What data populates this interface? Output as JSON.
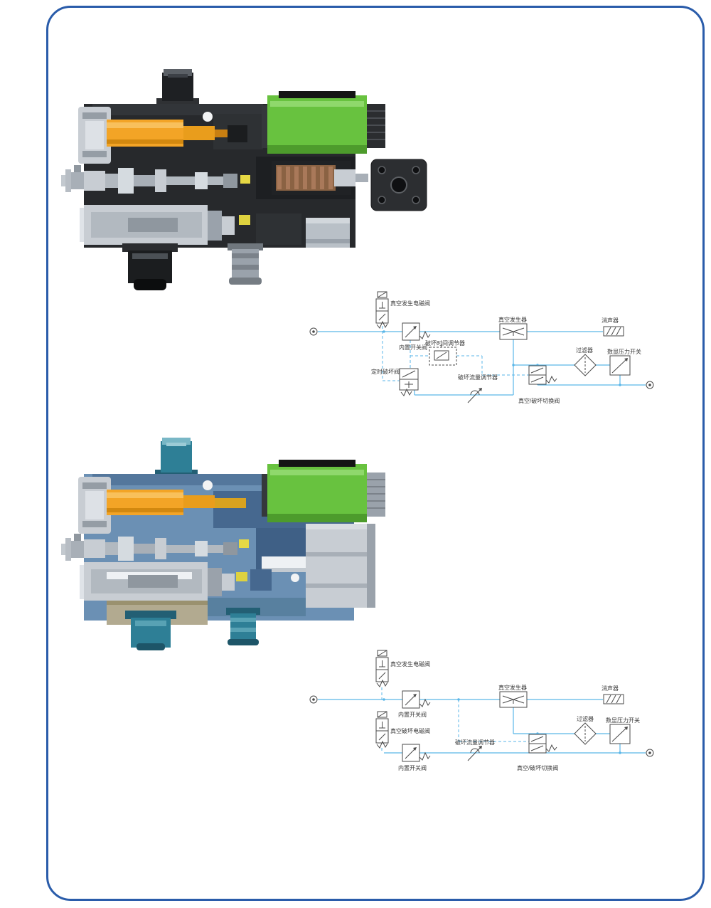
{
  "colors": {
    "border_blue": "#2a5caa",
    "line_blue": "#5ab6e8",
    "symbol_gray": "#4a4a4a",
    "label_gray": "#3a3a3a",
    "green": "#68c23f",
    "green_dark": "#4d9b2c",
    "orange": "#f3a426",
    "dark_body": "#27292c",
    "blue_body": "#6b90b4",
    "teal": "#2e7f96",
    "light_gray": "#c8cdd3",
    "yellow": "#e6d844",
    "brown": "#8a6243",
    "tan": "#b2aa90"
  },
  "circuit1": {
    "labels": {
      "vacuum_gen_solenoid": "真空发生电磁阀",
      "builtin_switch": "内置开关阀",
      "break_time_regulator": "破坏时间调节器",
      "timed_break_valve": "定时破坏阀",
      "break_flow_regulator": "破坏流量调节器",
      "vacuum_generator": "真空发生器",
      "muffler": "消声器",
      "filter": "过滤器",
      "digital_pressure_switch": "数显压力开关",
      "vacuum_break_switch_valve": "真空/破坏切换阀"
    }
  },
  "circuit2": {
    "labels": {
      "vacuum_gen_solenoid": "真空发生电磁阀",
      "builtin_switch_1": "内置开关阀",
      "vacuum_break_solenoid": "真空破坏电磁阀",
      "builtin_switch_2": "内置开关阀",
      "break_flow_regulator": "破坏流量调节器",
      "vacuum_generator": "真空发生器",
      "muffler": "消声器",
      "filter": "过滤器",
      "digital_pressure_switch": "数显压力开关",
      "vacuum_break_switch_valve": "真空/破坏切换阀"
    }
  }
}
